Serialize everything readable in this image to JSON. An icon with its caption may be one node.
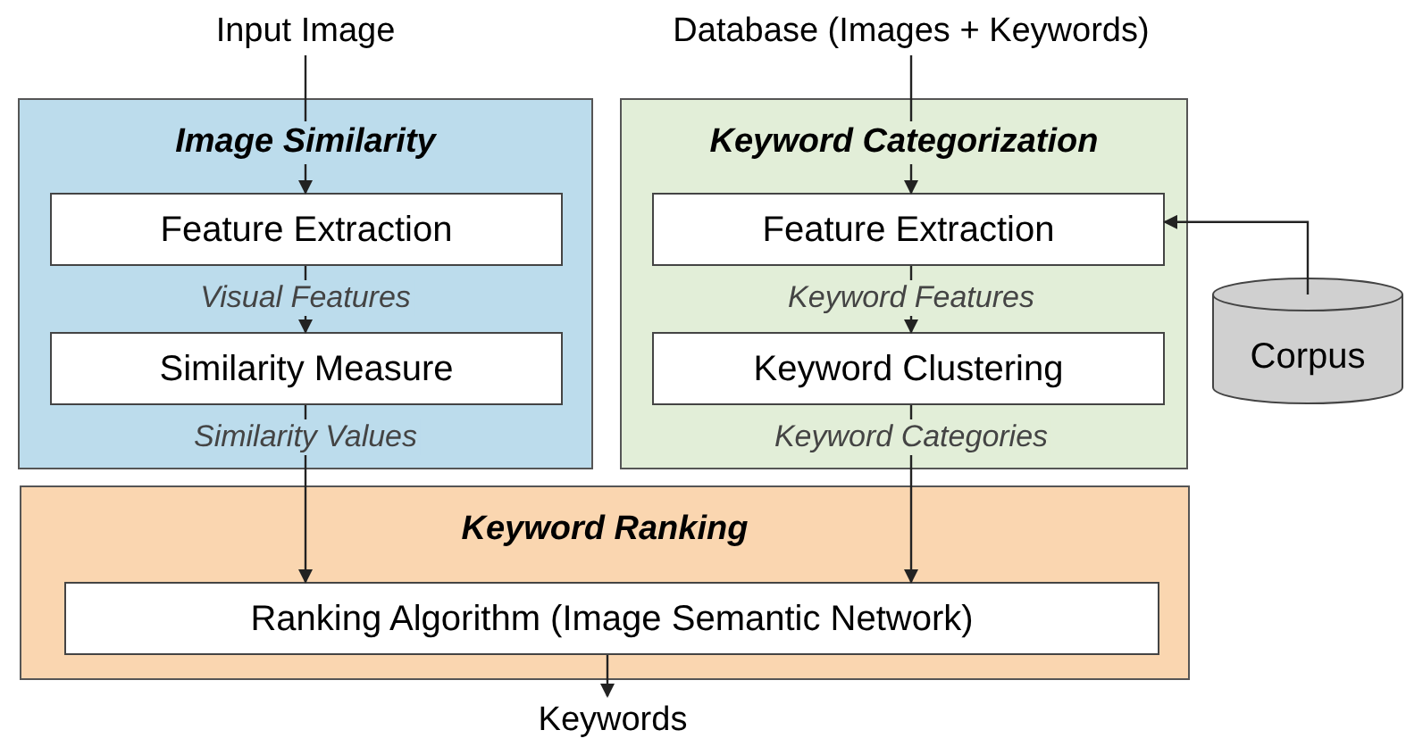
{
  "diagram": {
    "nodes": [
      {
        "text": [
          "Input Image"
        ]
      },
      {
        "text": [
          "Database (Images + Keywords)"
        ]
      },
      {
        "text": [
          "Image Similarity"
        ]
      },
      {
        "text": [
          "Feature Extraction"
        ],
        "in": 2
      },
      {
        "text": [
          "Similarity Measure"
        ],
        "in": 2
      },
      {
        "text": [
          "Keyword Categorization"
        ]
      },
      {
        "text": [
          "Feature Extraction"
        ],
        "in": 5
      },
      {
        "text": [
          "Keyword Clustering"
        ],
        "in": 5
      },
      {
        "text": [
          "Corpus"
        ]
      },
      {
        "text": [
          "Keyword Ranking"
        ]
      },
      {
        "text": [
          "Ranking Algorithm (Image Semantic Network)"
        ],
        "in": 9
      },
      {
        "text": [
          "Keywords"
        ]
      }
    ],
    "edges": [
      {
        "from": 0,
        "to": 3,
        "arrow": "to"
      },
      {
        "from": 3,
        "to": 4,
        "arrow": "to",
        "label": "Visual Features"
      },
      {
        "from": 4,
        "to": 10,
        "arrow": "to",
        "label": "Similarity Values"
      },
      {
        "from": 1,
        "to": 6,
        "arrow": "to"
      },
      {
        "from": 6,
        "to": 7,
        "arrow": "to",
        "label": "Keyword Features"
      },
      {
        "from": 7,
        "to": 10,
        "arrow": "to",
        "label": "Keyword Categories"
      },
      {
        "from": 8,
        "to": 6,
        "arrow": "to"
      },
      {
        "from": 10,
        "to": 11,
        "arrow": "to"
      }
    ]
  }
}
